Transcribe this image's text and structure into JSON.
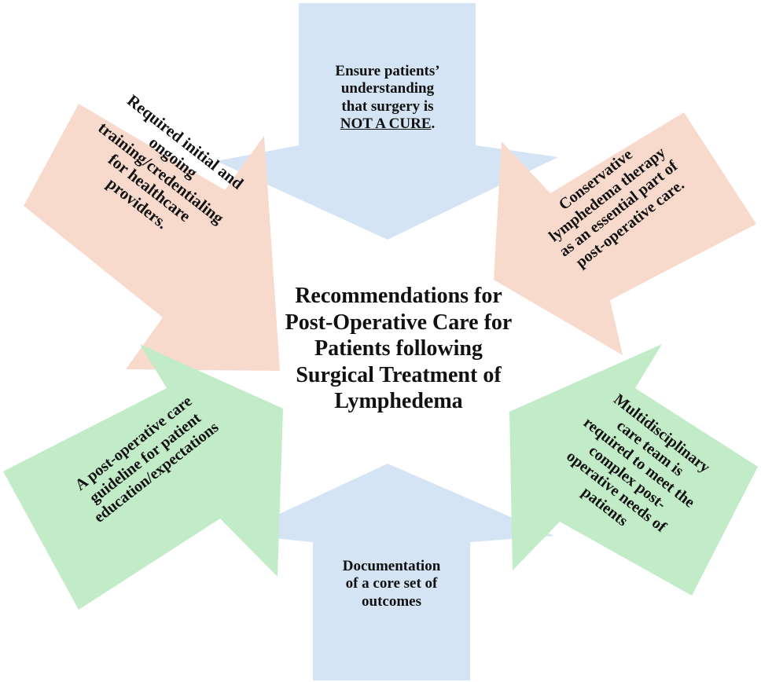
{
  "colors": {
    "blue": "#d4e4f4",
    "peach": "#f8dacd",
    "green": "#c2ebc8",
    "text": "#111111"
  },
  "center": {
    "title_lines": [
      "Recommendations for",
      "Post-Operative Care for",
      "Patients following",
      "Surgical Treatment of",
      "Lymphedema"
    ]
  },
  "arrows": {
    "top": {
      "lines": [
        "Ensure patients’",
        "understanding",
        "that surgery is"
      ],
      "emphasis": "NOT A CURE",
      "suffix": "."
    },
    "top_left": {
      "lines": [
        "Required initial and",
        "ongoing",
        "training/credentialing",
        "for healthcare",
        "providers."
      ]
    },
    "top_right": {
      "lines": [
        "Conservative",
        "lymphedema therapy",
        "as an essential part of",
        "post-operative care."
      ]
    },
    "bottom_left": {
      "lines": [
        "A post-operative care",
        "guideline for patient",
        "education/expectations"
      ]
    },
    "bottom_right": {
      "lines": [
        "Multidisciplinary",
        "care team is",
        "required to meet the",
        "complex post-",
        "operative needs of",
        "patients"
      ]
    },
    "bottom": {
      "lines": [
        "Documentation",
        "of a core set of",
        "outcomes"
      ]
    }
  }
}
